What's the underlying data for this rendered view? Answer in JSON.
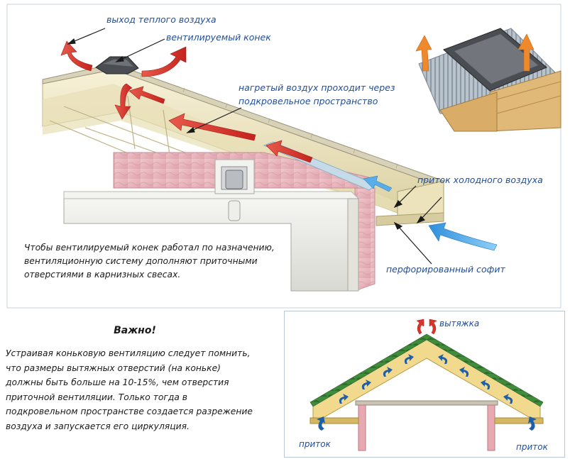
{
  "labels": {
    "warm_air_out": "выход теплого воздуха",
    "vented_ridge": "вентилируемый конек",
    "heated_air_line1": "нагретый воздух проходит через",
    "heated_air_line2": "подкровельное пространство",
    "cold_air_in": "приток холодного воздуха",
    "perforated_soffit": "перфорированный софит"
  },
  "note": {
    "line1": "Чтобы вентилируемый конек работал по назначению,",
    "line2": "вентиляционную систему дополняют приточными",
    "line3": "отверстиями в карнизных свесах."
  },
  "important": {
    "title": "Важно!",
    "line1": "Устраивая коньковую вентиляцию следует помнить,",
    "line2": "что размеры вытяжных отверстий (на коньке)",
    "line3": "должны быть больше на 10-15%, чем отверстия",
    "line4": "приточной вентиляции. Только тогда в",
    "line5": "подкровельном пространстве создается разрежение",
    "line6": "воздуха и запускается его циркуляция."
  },
  "bottom_diagram": {
    "exhaust": "вытяжка",
    "intake_left": "приток",
    "intake_right": "приток"
  },
  "colors": {
    "label_blue": "#1f4e9c",
    "warm_arrow": "#d9342b",
    "cold_arrow": "#3d9be0",
    "insulation_pink": "#e9b6bd",
    "roof_cream": "#efe7c4",
    "bottom_roof": "#f1d98e",
    "shingle_green": "#3f8c3b"
  }
}
